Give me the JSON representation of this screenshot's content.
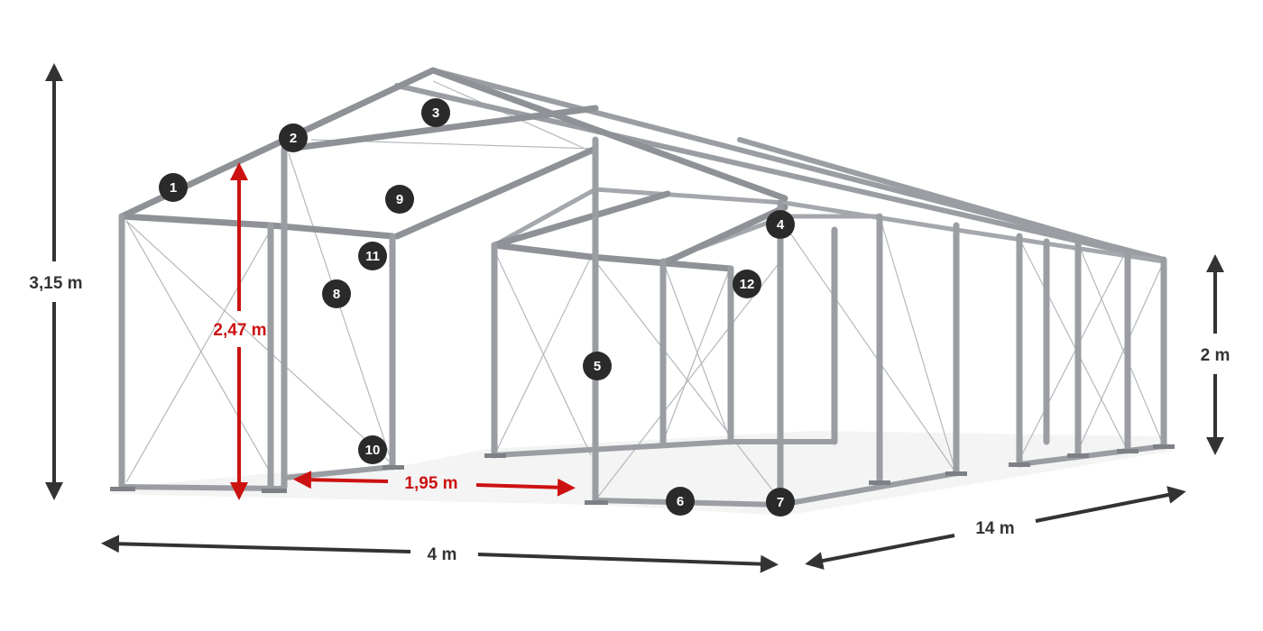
{
  "dimensions": {
    "height_total": "3,15 m",
    "height_side": "2,47 m",
    "height_wall": "2 m",
    "door_width": "1,95 m",
    "width": "4 m",
    "length": "14 m"
  },
  "parts": {
    "p1": "1",
    "p2": "2",
    "p3": "3",
    "p4": "4",
    "p5": "5",
    "p6": "6",
    "p7": "7",
    "p8": "8",
    "p9": "9",
    "p10": "10",
    "p11": "11",
    "p12": "12"
  },
  "colors": {
    "dimension": "#333333",
    "highlight": "#cc1111",
    "frame": "#9a9ea3",
    "badge": "#2a2a2a"
  }
}
